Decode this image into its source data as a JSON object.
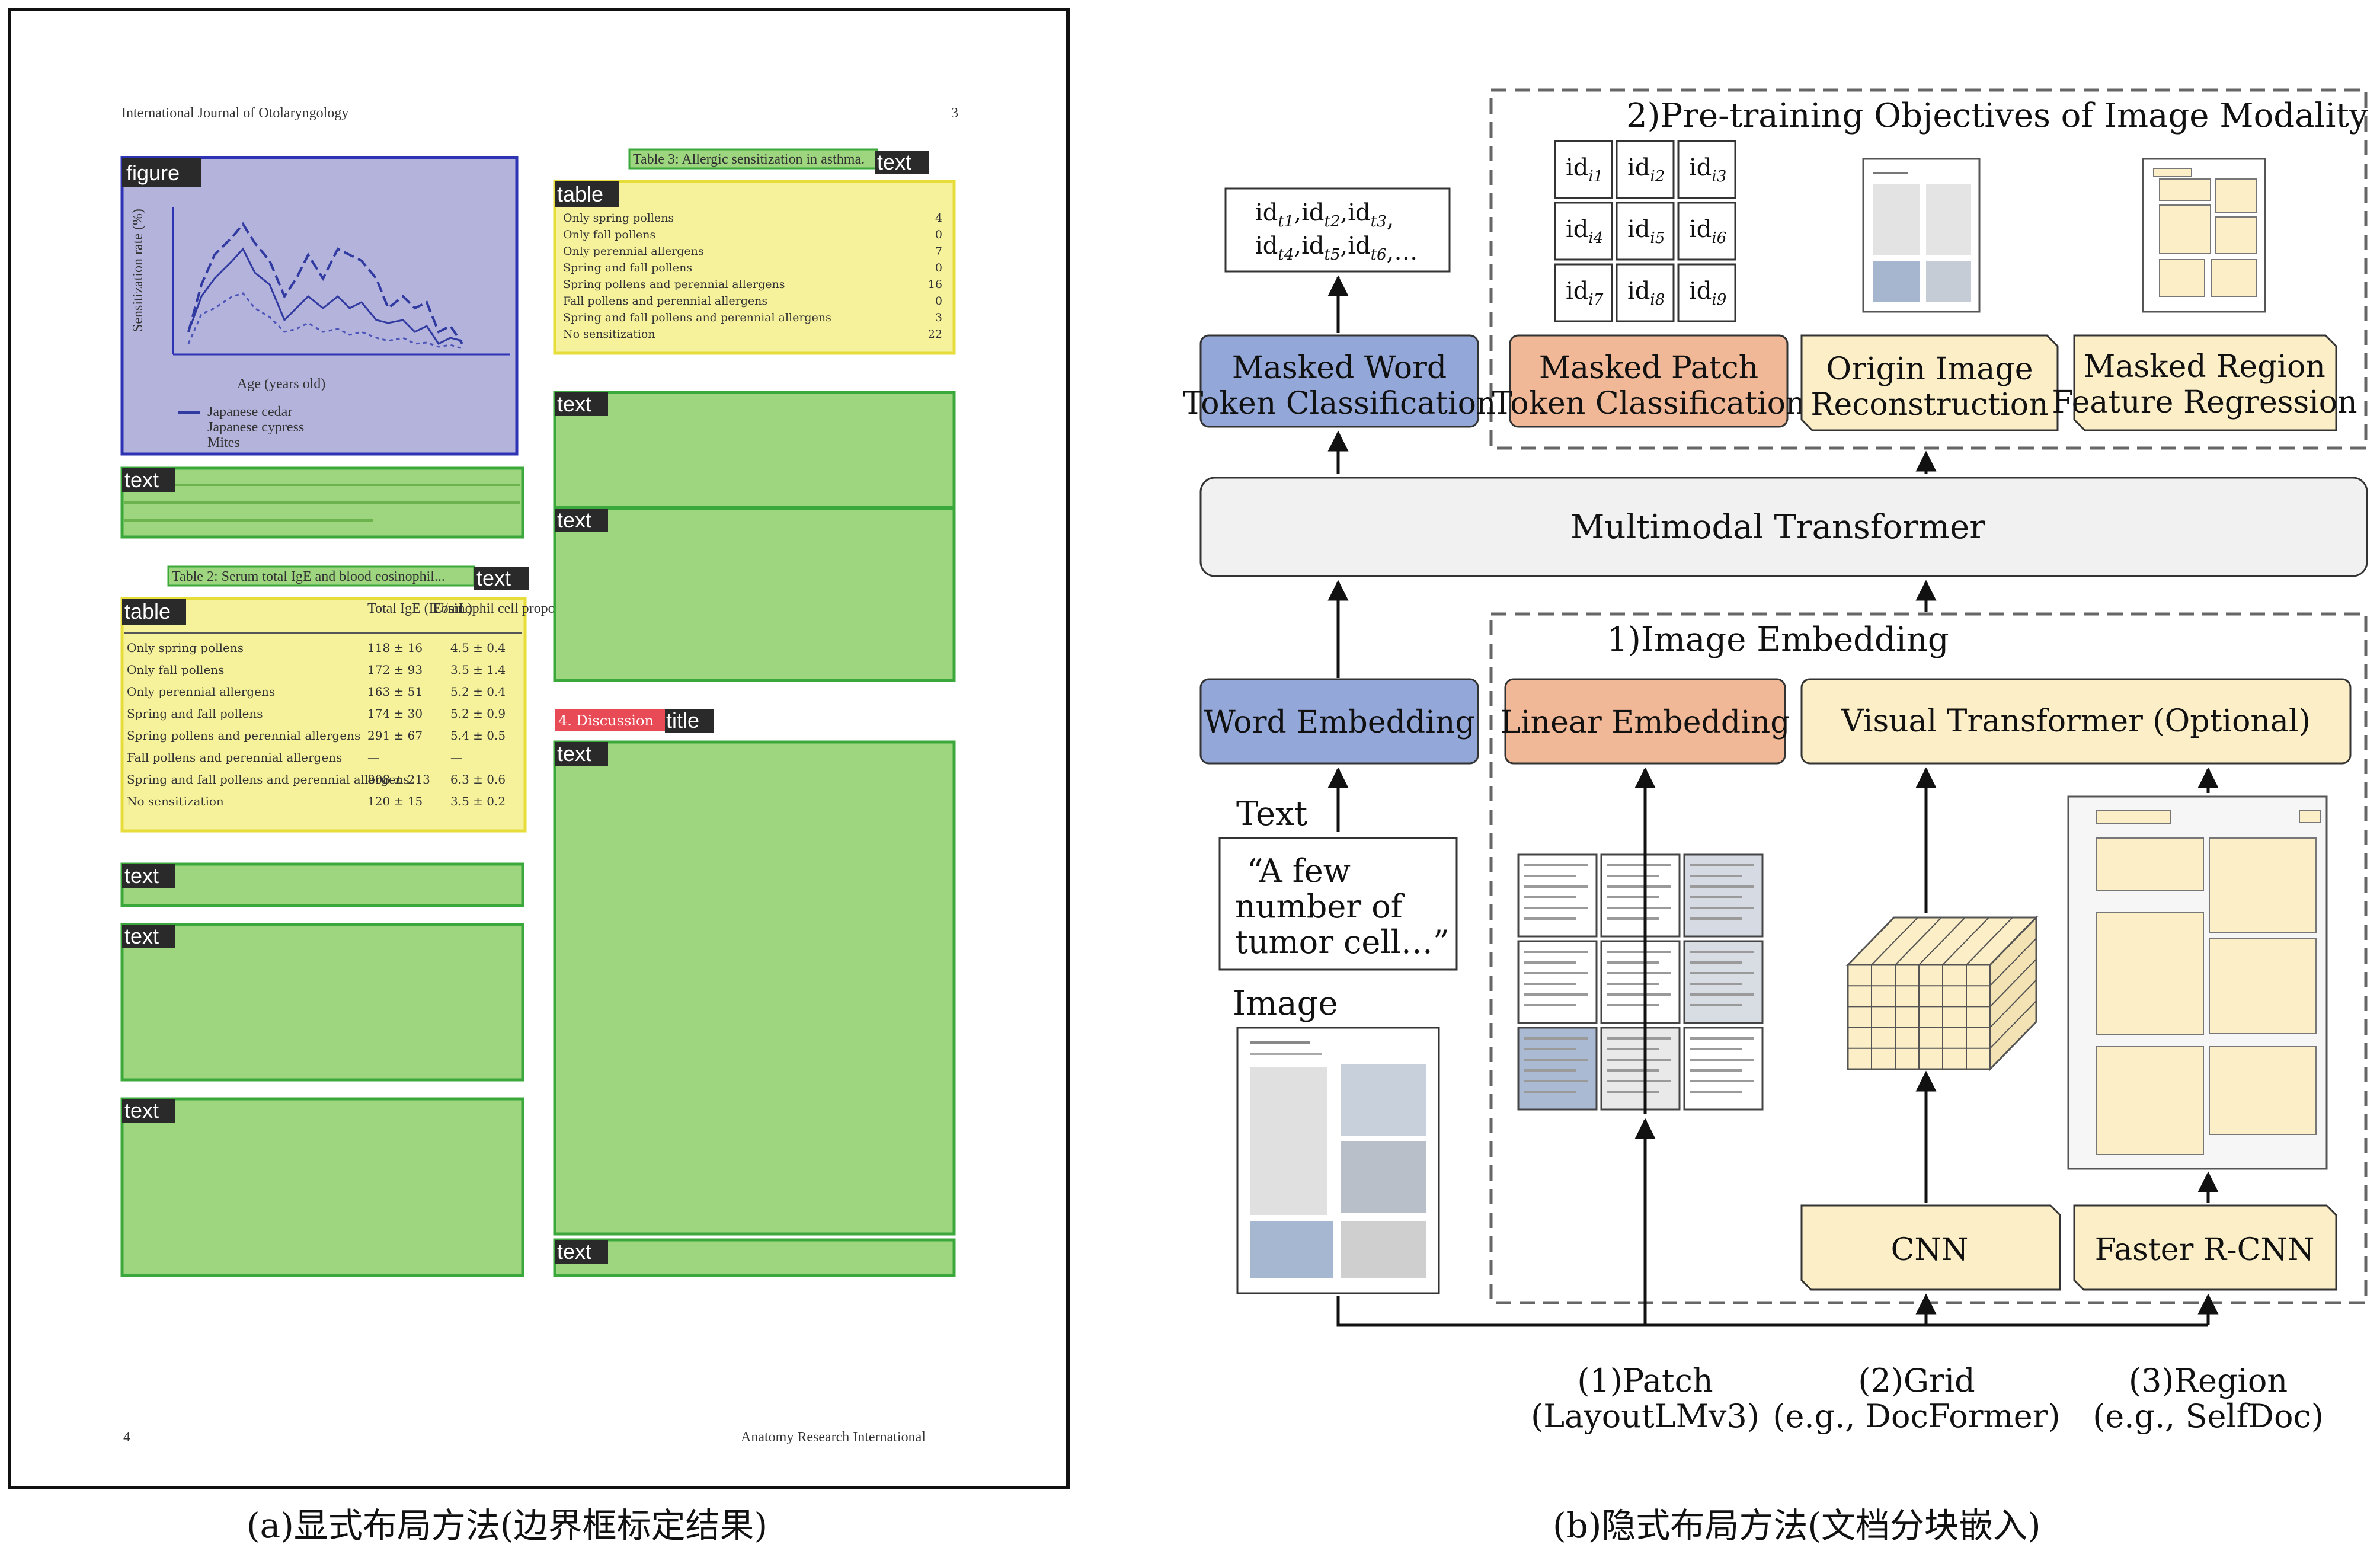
{
  "left_panel": {
    "header_left": "International Journal of Otolaryngology",
    "header_right": "3",
    "footer_left": "4",
    "footer_right": "Anatomy Research International",
    "tags": {
      "figure": "figure",
      "table": "table",
      "text": "text",
      "title": "title"
    },
    "snippets": {
      "table3_caption": "Table 3: Allergic sensitization in asthma.",
      "table2_caption": "Table 2: Serum total IgE and blood eosinophil...",
      "discussion_title": "4. Discussion",
      "legend_1": "Japanese cedar",
      "legend_2": "Japanese cypress",
      "legend_3": "Mites",
      "x_axis_label": "Age (years old)",
      "y_axis_label": "Sensitization rate (%)"
    },
    "table3_rows": [
      {
        "label": "Only spring pollens",
        "value": "4"
      },
      {
        "label": "Only fall pollens",
        "value": "0"
      },
      {
        "label": "Only perennial allergens",
        "value": "7"
      },
      {
        "label": "Spring and fall pollens",
        "value": "0"
      },
      {
        "label": "Spring pollens and perennial allergens",
        "value": "16"
      },
      {
        "label": "Fall pollens and perennial allergens",
        "value": "0"
      },
      {
        "label": "Spring and fall pollens and perennial allergens",
        "value": "3"
      },
      {
        "label": "No sensitization",
        "value": "22"
      }
    ],
    "table2_head": [
      "",
      "Total IgE (IU/mL)",
      "Eosinophil cell proportion (%)"
    ],
    "table2_rows": [
      {
        "label": "Only spring pollens",
        "v1": "118 ± 16",
        "v2": "4.5 ± 0.4"
      },
      {
        "label": "Only fall pollens",
        "v1": "172 ± 93",
        "v2": "3.5 ± 1.4"
      },
      {
        "label": "Only perennial allergens",
        "v1": "163 ± 51",
        "v2": "5.2 ± 0.4"
      },
      {
        "label": "Spring and fall pollens",
        "v1": "174 ± 30",
        "v2": "5.2 ± 0.9"
      },
      {
        "label": "Spring pollens and perennial allergens",
        "v1": "291 ± 67",
        "v2": "5.4 ± 0.5"
      },
      {
        "label": "Fall pollens and perennial allergens",
        "v1": "—",
        "v2": "—"
      },
      {
        "label": "Spring and fall pollens and perennial allergens",
        "v1": "808 ± 213",
        "v2": "6.3 ± 0.6"
      },
      {
        "label": "No sensitization",
        "v1": "120 ± 15",
        "v2": "3.5 ± 0.2"
      }
    ],
    "caption": "(a)显式布局方法(边界框标定结果)"
  },
  "right_panel": {
    "pretrain_title": "2)Pre-training Objectives of Image Modality",
    "image_embedding_title": "1)Image Embedding",
    "token_ids": {
      "line1": [
        {
          "base": "id",
          "sub": "t1"
        },
        {
          "base": "id",
          "sub": "t2"
        },
        {
          "base": "id",
          "sub": "t3"
        }
      ],
      "line2": [
        {
          "base": "id",
          "sub": "t4"
        },
        {
          "base": "id",
          "sub": "t5"
        },
        {
          "base": "id",
          "sub": "t6"
        }
      ],
      "line1_end": ",",
      "line2_end": ",…"
    },
    "patch_ids": [
      {
        "base": "id",
        "sub": "i1"
      },
      {
        "base": "id",
        "sub": "i2"
      },
      {
        "base": "id",
        "sub": "i3"
      },
      {
        "base": "id",
        "sub": "i4"
      },
      {
        "base": "id",
        "sub": "i5"
      },
      {
        "base": "id",
        "sub": "i6"
      },
      {
        "base": "id",
        "sub": "i7"
      },
      {
        "base": "id",
        "sub": "i8"
      },
      {
        "base": "id",
        "sub": "i9"
      }
    ],
    "masked_word_line1": "Masked Word",
    "masked_word_line2": "Token Classification",
    "masked_patch_line1": "Masked Patch",
    "masked_patch_line2": "Token Classification",
    "origin_line1": "Origin Image",
    "origin_line2": "Reconstruction",
    "region_line1": "Masked Region",
    "region_line2": "Feature Regression",
    "multimodal": "Multimodal Transformer",
    "word_embedding": "Word Embedding",
    "linear_embedding": "Linear Embedding",
    "visual_transformer": "Visual Transformer (Optional)",
    "text_label": "Text",
    "text_quote_1": "“A few",
    "text_quote_2": "number of",
    "text_quote_3": "tumor cell…”",
    "image_label": "Image",
    "cnn": "CNN",
    "faster_rcnn": "Faster R-CNN",
    "patch_line1": "(1)Patch",
    "patch_line2": "(LayoutLMv3)",
    "grid_line1": "(2)Grid",
    "grid_line2": "(e.g., DocFormer)",
    "region_m_line1": "(3)Region",
    "region_m_line2": "(e.g., SelfDoc)",
    "caption": "(b)隐式布局方法(文档分块嵌入)"
  },
  "colors": {
    "blue_box": "#93a7d8",
    "orange_box": "#f0b896",
    "cream_box": "#fcefc8",
    "gray_box": "#f1f1f1",
    "figure_fill": "#b4b3dc",
    "figure_border": "#2d33b3",
    "text_fill": "#9ed67f",
    "text_border": "#3aa83a",
    "table_fill": "#f6f29c",
    "table_border": "#e6dc3a",
    "title_fill": "#e84b55",
    "tag_bg": "#2a2a2a"
  }
}
